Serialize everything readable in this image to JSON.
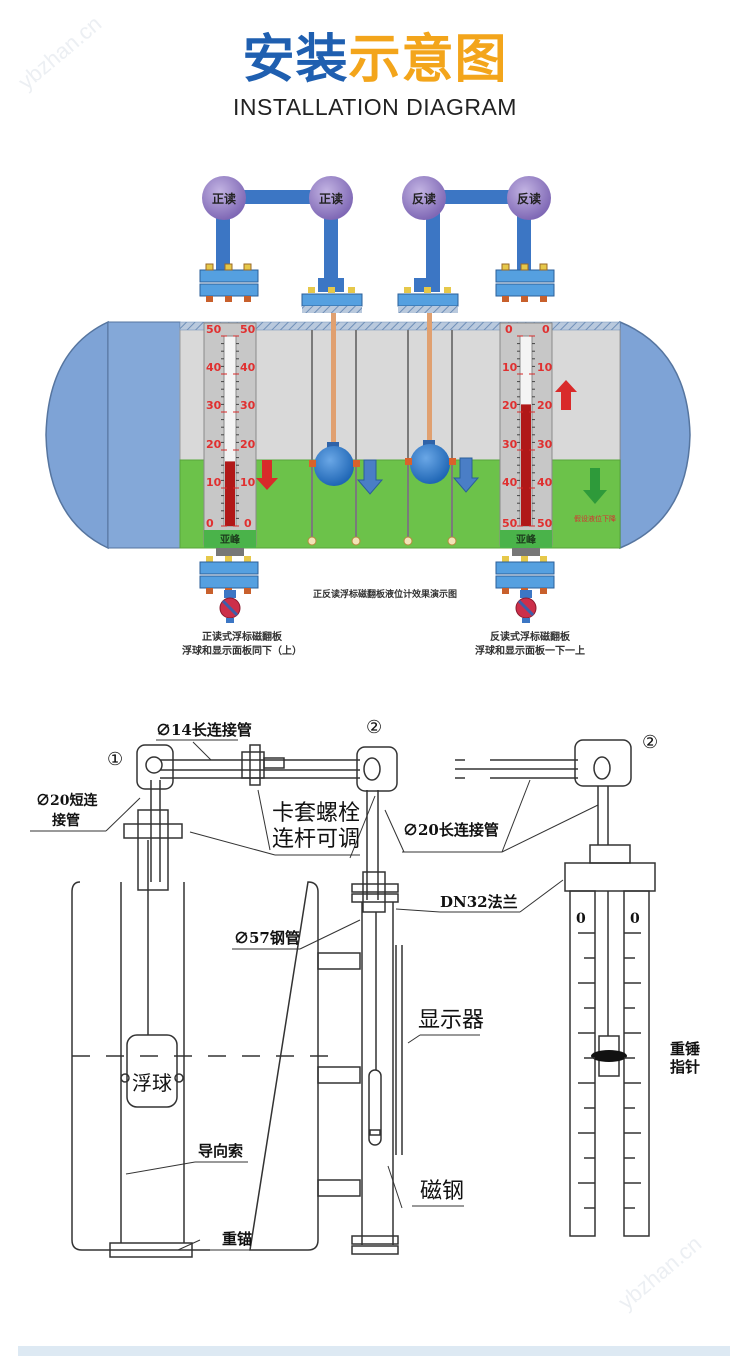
{
  "header": {
    "title_part1": "安装",
    "title_part2": "示意图",
    "subtitle": "INSTALLATION DIAGRAM"
  },
  "watermark": "ybzhan.cn",
  "colors": {
    "title_blue": "#1f5fb0",
    "title_orange": "#f3a51b",
    "tank_blue": "#7ea3d6",
    "liquid_green": "#6cc24a",
    "pipe_blue": "#3c76c4",
    "valve_purple": "#9a83c9",
    "scale_red": "#d62828"
  },
  "demo_diagram": {
    "valve_labels": [
      "正读",
      "正读",
      "反读",
      "反读"
    ],
    "left_gauge": {
      "scale": [
        "50",
        "40",
        "30",
        "20",
        "10",
        "0"
      ],
      "brand": "亚峰",
      "level_fraction": 0.34,
      "arrow": "down"
    },
    "right_gauge": {
      "scale": [
        "0",
        "10",
        "20",
        "30",
        "40",
        "50"
      ],
      "brand": "亚峰",
      "level_fraction": 0.64,
      "arrow": "up"
    },
    "level_note": "假设液位下降",
    "center_caption": "正反读浮标磁翻板液位计效果演示图",
    "left_caption_line1": "正读式浮标磁翻板",
    "left_caption_line2": "浮球和显示面板同下（上）",
    "right_caption_line1": "反读式浮标磁翻板",
    "right_caption_line2": "浮球和显示面板一下一上"
  },
  "drawing": {
    "marker_1": "①",
    "marker_2a": "②",
    "marker_2b": "②",
    "label_long_pipe_14": "∅14长连接管",
    "label_short_pipe_20_line1": "∅20短连",
    "label_short_pipe_20_line2": "接管",
    "label_bolt_line1": "卡套螺栓",
    "label_bolt_line2": "连杆可调",
    "label_long_pipe_20": "∅20长连接管",
    "label_flange": "DN32法兰",
    "label_steel_pipe": "∅57钢管",
    "label_display": "显示器",
    "label_float": "浮球",
    "label_guide_cable": "导向索",
    "label_magnet": "磁钢",
    "label_anchor": "重锚",
    "label_pointer_line1": "重锤",
    "label_pointer_line2": "指针",
    "scale_zero_left": "0",
    "scale_zero_right": "0"
  }
}
